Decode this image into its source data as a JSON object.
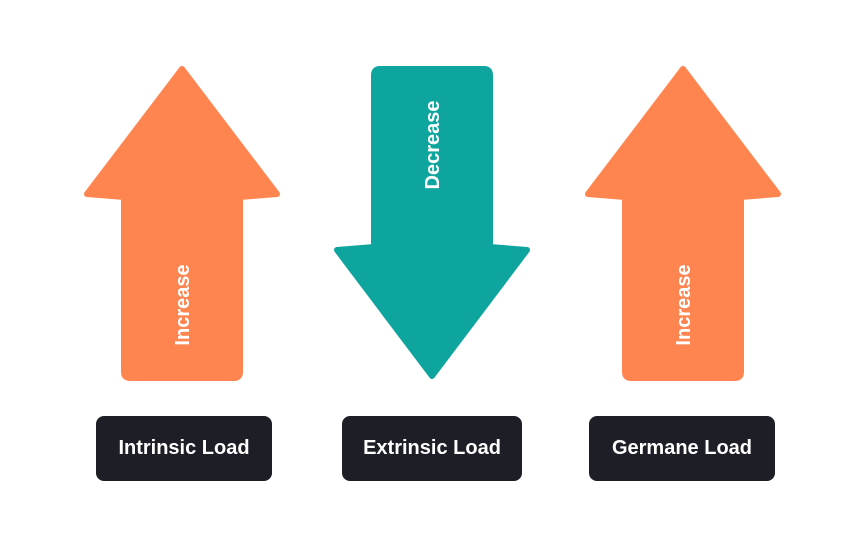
{
  "colors": {
    "increase": "#ff8550",
    "decrease": "#0fa59f",
    "label_bg": "#1e1f26"
  },
  "arrows": [
    {
      "direction": "up",
      "text": "Increase",
      "color": "#ff8550"
    },
    {
      "direction": "down",
      "text": "Decrease",
      "color": "#0fa59f"
    },
    {
      "direction": "up",
      "text": "Increase",
      "color": "#ff8550"
    }
  ],
  "labels": [
    "Intrinsic Load",
    "Extrinsic Load",
    "Germane Load"
  ]
}
